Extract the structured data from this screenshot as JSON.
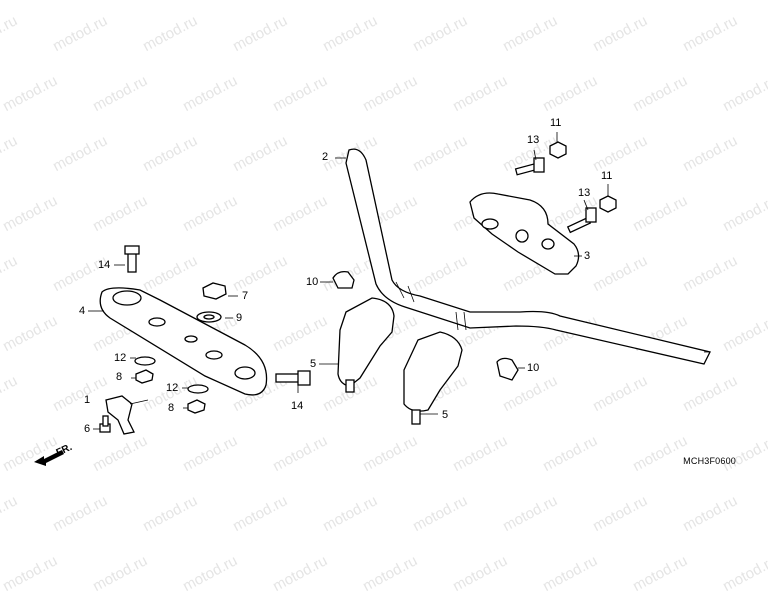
{
  "watermark": "motod.ru",
  "diagram_code": "MCH3F0600",
  "front_label": "FR.",
  "callouts": [
    "1",
    "2",
    "3",
    "4",
    "5",
    "5",
    "6",
    "7",
    "8",
    "8",
    "9",
    "10",
    "10",
    "11",
    "11",
    "12",
    "12",
    "13",
    "13",
    "14",
    "14"
  ]
}
